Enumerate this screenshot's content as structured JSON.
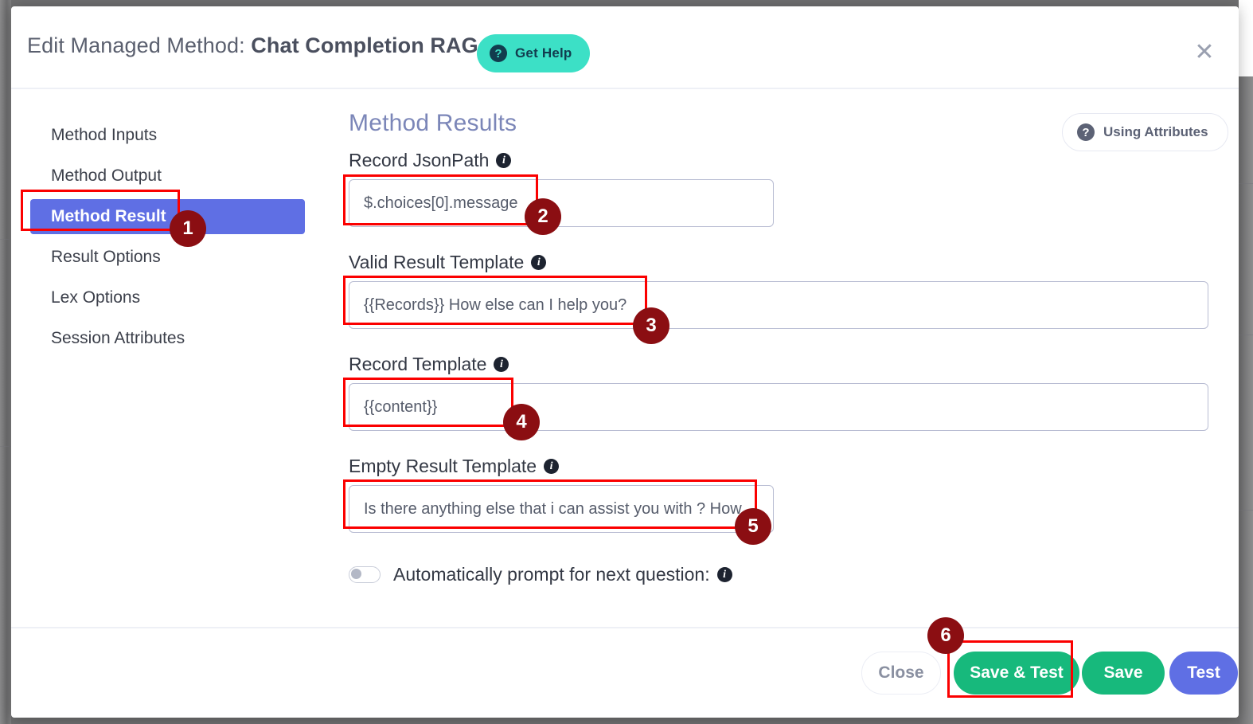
{
  "header": {
    "title_prefix": "Edit Managed Method:",
    "title_name": "Chat Completion RAG",
    "get_help_label": "Get Help",
    "close_icon": "close-icon"
  },
  "sidebar": {
    "items": [
      {
        "label": "Method Inputs",
        "active": false
      },
      {
        "label": "Method Output",
        "active": false
      },
      {
        "label": "Method Result",
        "active": true
      },
      {
        "label": "Result Options",
        "active": false
      },
      {
        "label": "Lex Options",
        "active": false
      },
      {
        "label": "Session Attributes",
        "active": false
      }
    ]
  },
  "content": {
    "section_title": "Method Results",
    "using_attributes_label": "Using Attributes",
    "fields": [
      {
        "label": "Record JsonPath",
        "value": "$.choices[0].message"
      },
      {
        "label": "Valid Result Template",
        "value": "{{Records}} How else can I help you?"
      },
      {
        "label": "Record Template",
        "value": "{{content}}"
      },
      {
        "label": "Empty Result Template",
        "value": "Is there anything else that i can assist you with ? How"
      }
    ],
    "toggle": {
      "label": "Automatically prompt for next question:",
      "state": "off"
    }
  },
  "footer": {
    "close_label": "Close",
    "save_test_label": "Save & Test",
    "save_label": "Save",
    "test_label": "Test"
  },
  "annotations": [
    {
      "number": "1"
    },
    {
      "number": "2"
    },
    {
      "number": "3"
    },
    {
      "number": "4"
    },
    {
      "number": "5"
    },
    {
      "number": "6"
    }
  ],
  "colors": {
    "accent_blue": "#5f6fe4",
    "accent_green": "#17b97c",
    "accent_teal": "#3ce0c6",
    "annotation_red": "#fb0000",
    "annotation_badge": "#8b0e12",
    "heading_blue": "#7b86b8"
  }
}
